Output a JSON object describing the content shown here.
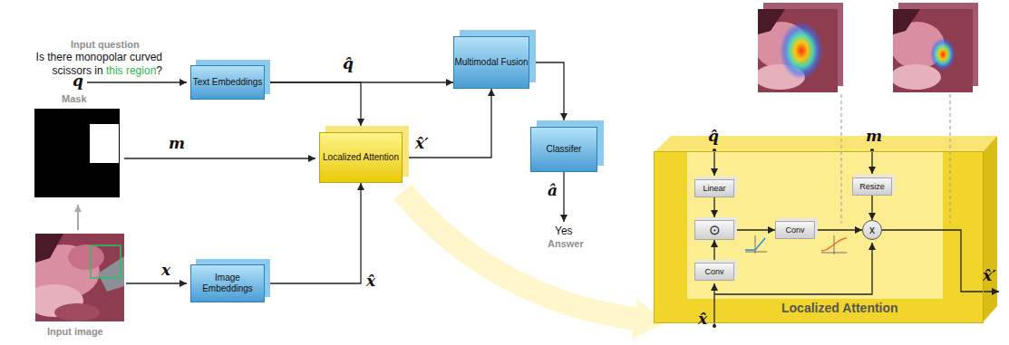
{
  "diagram": {
    "nodes": [
      {
        "text": [
          "Text Embeddings"
        ]
      },
      {
        "text": [
          "Localized Attention"
        ]
      },
      {
        "text": [
          "Image Embeddings"
        ]
      },
      {
        "text": [
          "Multimodal Fusion"
        ]
      },
      {
        "text": [
          "Classifer"
        ]
      },
      {
        "text": [
          "Localized Attention"
        ]
      },
      {
        "text": [
          "Linear"
        ],
        "in": 5
      },
      {
        "text": [
          "⊙"
        ],
        "in": 5
      },
      {
        "text": [
          "Conv"
        ],
        "in": 5
      },
      {
        "text": [
          "Conv"
        ],
        "in": 5
      },
      {
        "text": [
          "Resize"
        ],
        "in": 5
      },
      {
        "text": [
          "x"
        ],
        "in": 5
      }
    ],
    "edges": [
      {
        "from": 0,
        "to": 3,
        "arrow": "to",
        "label": "q̂"
      },
      {
        "from": 0,
        "to": 1,
        "arrow": "to"
      },
      {
        "from": 2,
        "to": 1,
        "arrow": "to",
        "label": "x̂"
      },
      {
        "from": 1,
        "to": 3,
        "arrow": "to",
        "label": "x̂′"
      },
      {
        "from": 3,
        "to": 4,
        "arrow": "to"
      },
      {
        "from": 6,
        "to": 7,
        "arrow": "to"
      },
      {
        "from": 8,
        "to": 7,
        "arrow": "to"
      },
      {
        "from": 7,
        "to": 9,
        "arrow": "to"
      },
      {
        "from": 9,
        "to": 11,
        "arrow": "to"
      },
      {
        "from": 10,
        "to": 11,
        "arrow": "to"
      }
    ],
    "labels": [
      "Input question",
      "Is there monopolar curved scissors in",
      "this region",
      "?",
      "q",
      "Mask",
      "m",
      "x",
      "Input image",
      "â",
      "Yes",
      "Answer",
      "q̂",
      "m",
      "x̂′",
      "x̂"
    ]
  }
}
